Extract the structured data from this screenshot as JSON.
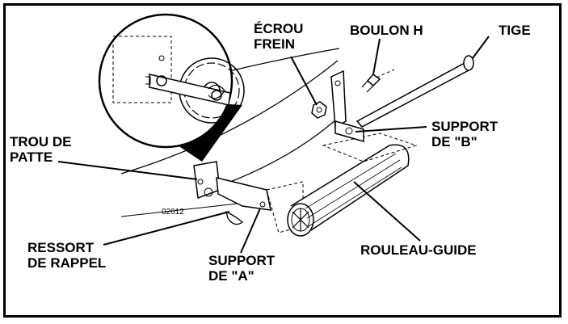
{
  "labels": {
    "ecrou_frein_line1": "ÉCROU",
    "ecrou_frein_line2": "FREIN",
    "boulon_h": "BOULON  H",
    "tige": "TIGE",
    "trou_de_patte_line1": "TROU DE",
    "trou_de_patte_line2": "PATTE",
    "support_b_line1": "SUPPORT",
    "support_b_line2": "DE \"B\"",
    "ressort_line1": "RESSORT",
    "ressort_line2": "DE RAPPEL",
    "support_a_line1": "SUPPORT",
    "support_a_line2": "DE \"A\"",
    "rouleau_guide": "ROULEAU-GUIDE"
  },
  "figure_code": "02612",
  "colors": {
    "ink": "#000000",
    "paper": "#ffffff"
  }
}
